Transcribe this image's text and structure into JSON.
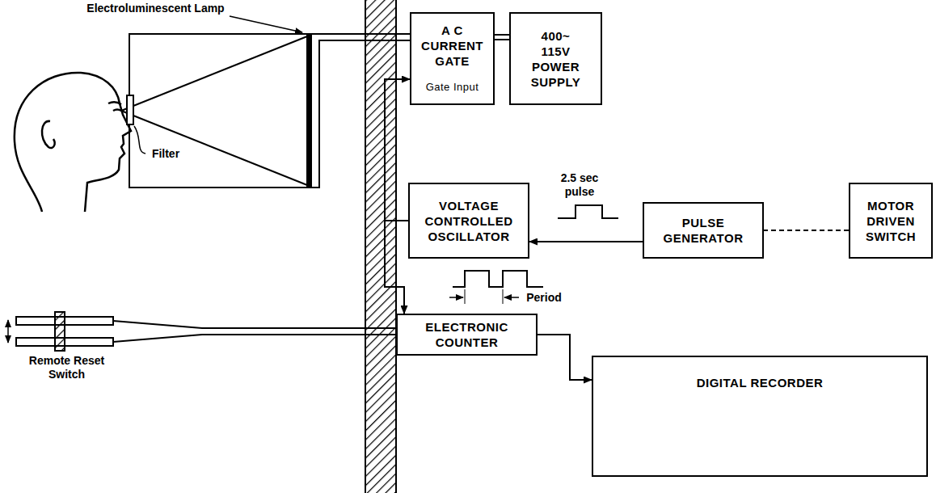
{
  "diagram": {
    "nodes": [
      {
        "text": [
          "A C CURRENT GATE",
          "Gate Input"
        ]
      },
      {
        "text": [
          "400~ 115V POWER SUPPLY"
        ]
      },
      {
        "text": [
          "VOLTAGE CONTROLLED OSCILLATOR"
        ]
      },
      {
        "text": [
          "PULSE GENERATOR"
        ]
      },
      {
        "text": [
          "MOTOR DRIVEN SWITCH"
        ]
      },
      {
        "text": [
          "ELECTRONIC COUNTER"
        ]
      },
      {
        "text": [
          "DIGITAL RECORDER"
        ]
      }
    ],
    "edges": [
      {
        "from": 1,
        "to": 0,
        "arrow": "none"
      },
      {
        "from": 2,
        "to": 0,
        "arrow": "to"
      },
      {
        "from": 2,
        "to": 5,
        "arrow": "to"
      },
      {
        "from": 3,
        "to": 2,
        "arrow": "to"
      },
      {
        "from": 4,
        "to": 3,
        "arrow": "none"
      },
      {
        "from": 5,
        "to": 6,
        "arrow": "to"
      }
    ],
    "labels": [
      "Electroluminescent Lamp",
      "2.5 sec pulse",
      "Filter",
      "Period",
      "Remote Reset Switch"
    ]
  }
}
